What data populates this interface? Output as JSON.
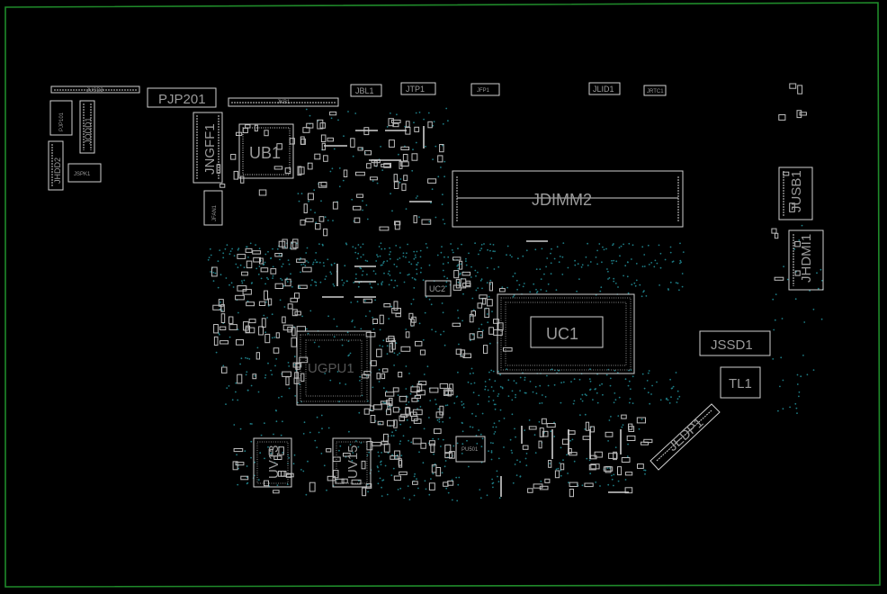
{
  "colors": {
    "background": "#000000",
    "board_outline": "#1f8a2a",
    "silkscreen": "#cfcfcf",
    "label": "#9a9a9a",
    "via": "#1e7d86"
  },
  "components": {
    "jusb3": "JUSB3",
    "pjp201": "PJP201",
    "jkb1": "JKB1",
    "jbl1": "JBL1",
    "jtp1": "JTP1",
    "jfp1": "JFP1",
    "jlid1": "JLID1",
    "jrtc1": "JRTC1",
    "pjp101": "PJP101",
    "jodd1": "JODD1",
    "jhdd2": "JHDD2",
    "jspk1": "JSPK1",
    "jngff1": "JNGFF1",
    "ub1": "UB1",
    "jfan1": "JFAN1",
    "jdimm2": "JDIMM2",
    "jusb1": "JUSB1",
    "jhdmi1": "JHDMI1",
    "uc2": "UC2",
    "uc1": "UC1",
    "ugpu1": "UGPU1",
    "jssd1": "JSSD1",
    "tl1": "TL1",
    "jedp1": "JEDP1",
    "uv13": "UV13",
    "uv15": "UV15",
    "pu501": "PU501"
  }
}
